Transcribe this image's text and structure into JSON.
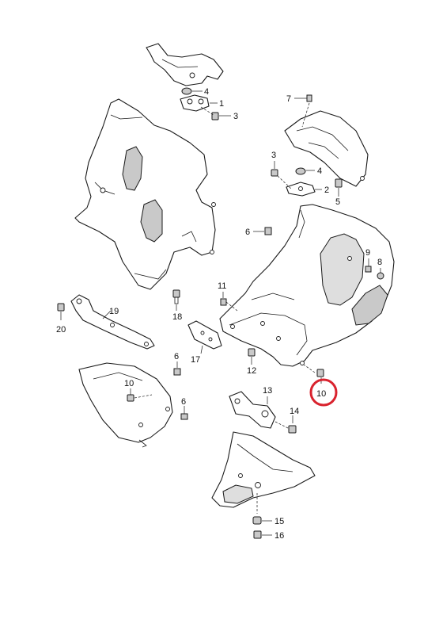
{
  "callouts": {
    "c1": "1",
    "c2": "2",
    "c3a": "3",
    "c3b": "3",
    "c4a": "4",
    "c4b": "4",
    "c5": "5",
    "c6a": "6",
    "c6b": "6",
    "c6c": "6",
    "c7": "7",
    "c8": "8",
    "c9": "9",
    "c10a": "10",
    "c10b": "10",
    "c11": "11",
    "c12": "12",
    "c13": "13",
    "c14": "14",
    "c15": "15",
    "c16": "16",
    "c17": "17",
    "c18": "18",
    "c19": "19",
    "c20": "20"
  },
  "highlight": {
    "color": "#d9232e"
  },
  "colors": {
    "line": "#1a1a1a",
    "fill": "#ffffff",
    "shade": "#c9c9c9"
  }
}
